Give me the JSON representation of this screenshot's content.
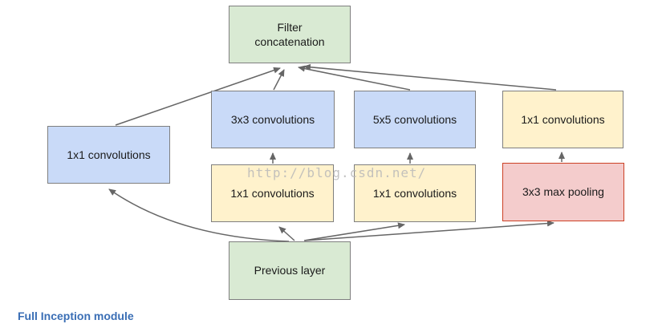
{
  "diagram": {
    "caption": "Full Inception module",
    "watermark": "http://blog.csdn.net/",
    "colors": {
      "green": "#d9ead3",
      "blue": "#c9daf8",
      "yellow": "#fff2cc",
      "red": "#f4cccc",
      "gray_border": "#7f7f7f",
      "red_border": "#cc4125",
      "arrow": "#666666",
      "caption_text": "#3a6eb5",
      "watermark_text": "#b9b9b9"
    },
    "nodes": {
      "filter_concat": {
        "label": "Filter concatenation",
        "fill": "green",
        "border": "gray_border"
      },
      "conv1x1_left": {
        "label": "1x1 convolutions",
        "fill": "blue",
        "border": "gray_border"
      },
      "conv3x3": {
        "label": "3x3 convolutions",
        "fill": "blue",
        "border": "gray_border"
      },
      "conv5x5": {
        "label": "5x5 convolutions",
        "fill": "blue",
        "border": "gray_border"
      },
      "conv1x1_right": {
        "label": "1x1 convolutions",
        "fill": "yellow",
        "border": "gray_border"
      },
      "conv1x1_mid1": {
        "label": "1x1 convolutions",
        "fill": "yellow",
        "border": "gray_border"
      },
      "conv1x1_mid2": {
        "label": "1x1 convolutions",
        "fill": "yellow",
        "border": "gray_border"
      },
      "maxpool": {
        "label": "3x3 max pooling",
        "fill": "red",
        "border": "red_border"
      },
      "previous_layer": {
        "label": "Previous layer",
        "fill": "green",
        "border": "gray_border"
      }
    },
    "edges": [
      {
        "from": "conv3x3",
        "to": "filter_concat"
      },
      {
        "from": "conv5x5",
        "to": "filter_concat"
      },
      {
        "from": "conv1x1_right",
        "to": "filter_concat"
      },
      {
        "from": "conv1x1_left",
        "to": "filter_concat"
      },
      {
        "from": "conv1x1_mid1",
        "to": "conv3x3"
      },
      {
        "from": "conv1x1_mid2",
        "to": "conv5x5"
      },
      {
        "from": "maxpool",
        "to": "conv1x1_right"
      },
      {
        "from": "previous_layer",
        "to": "conv1x1_left"
      },
      {
        "from": "previous_layer",
        "to": "conv1x1_mid1"
      },
      {
        "from": "previous_layer",
        "to": "conv1x1_mid2"
      },
      {
        "from": "previous_layer",
        "to": "maxpool"
      }
    ]
  }
}
